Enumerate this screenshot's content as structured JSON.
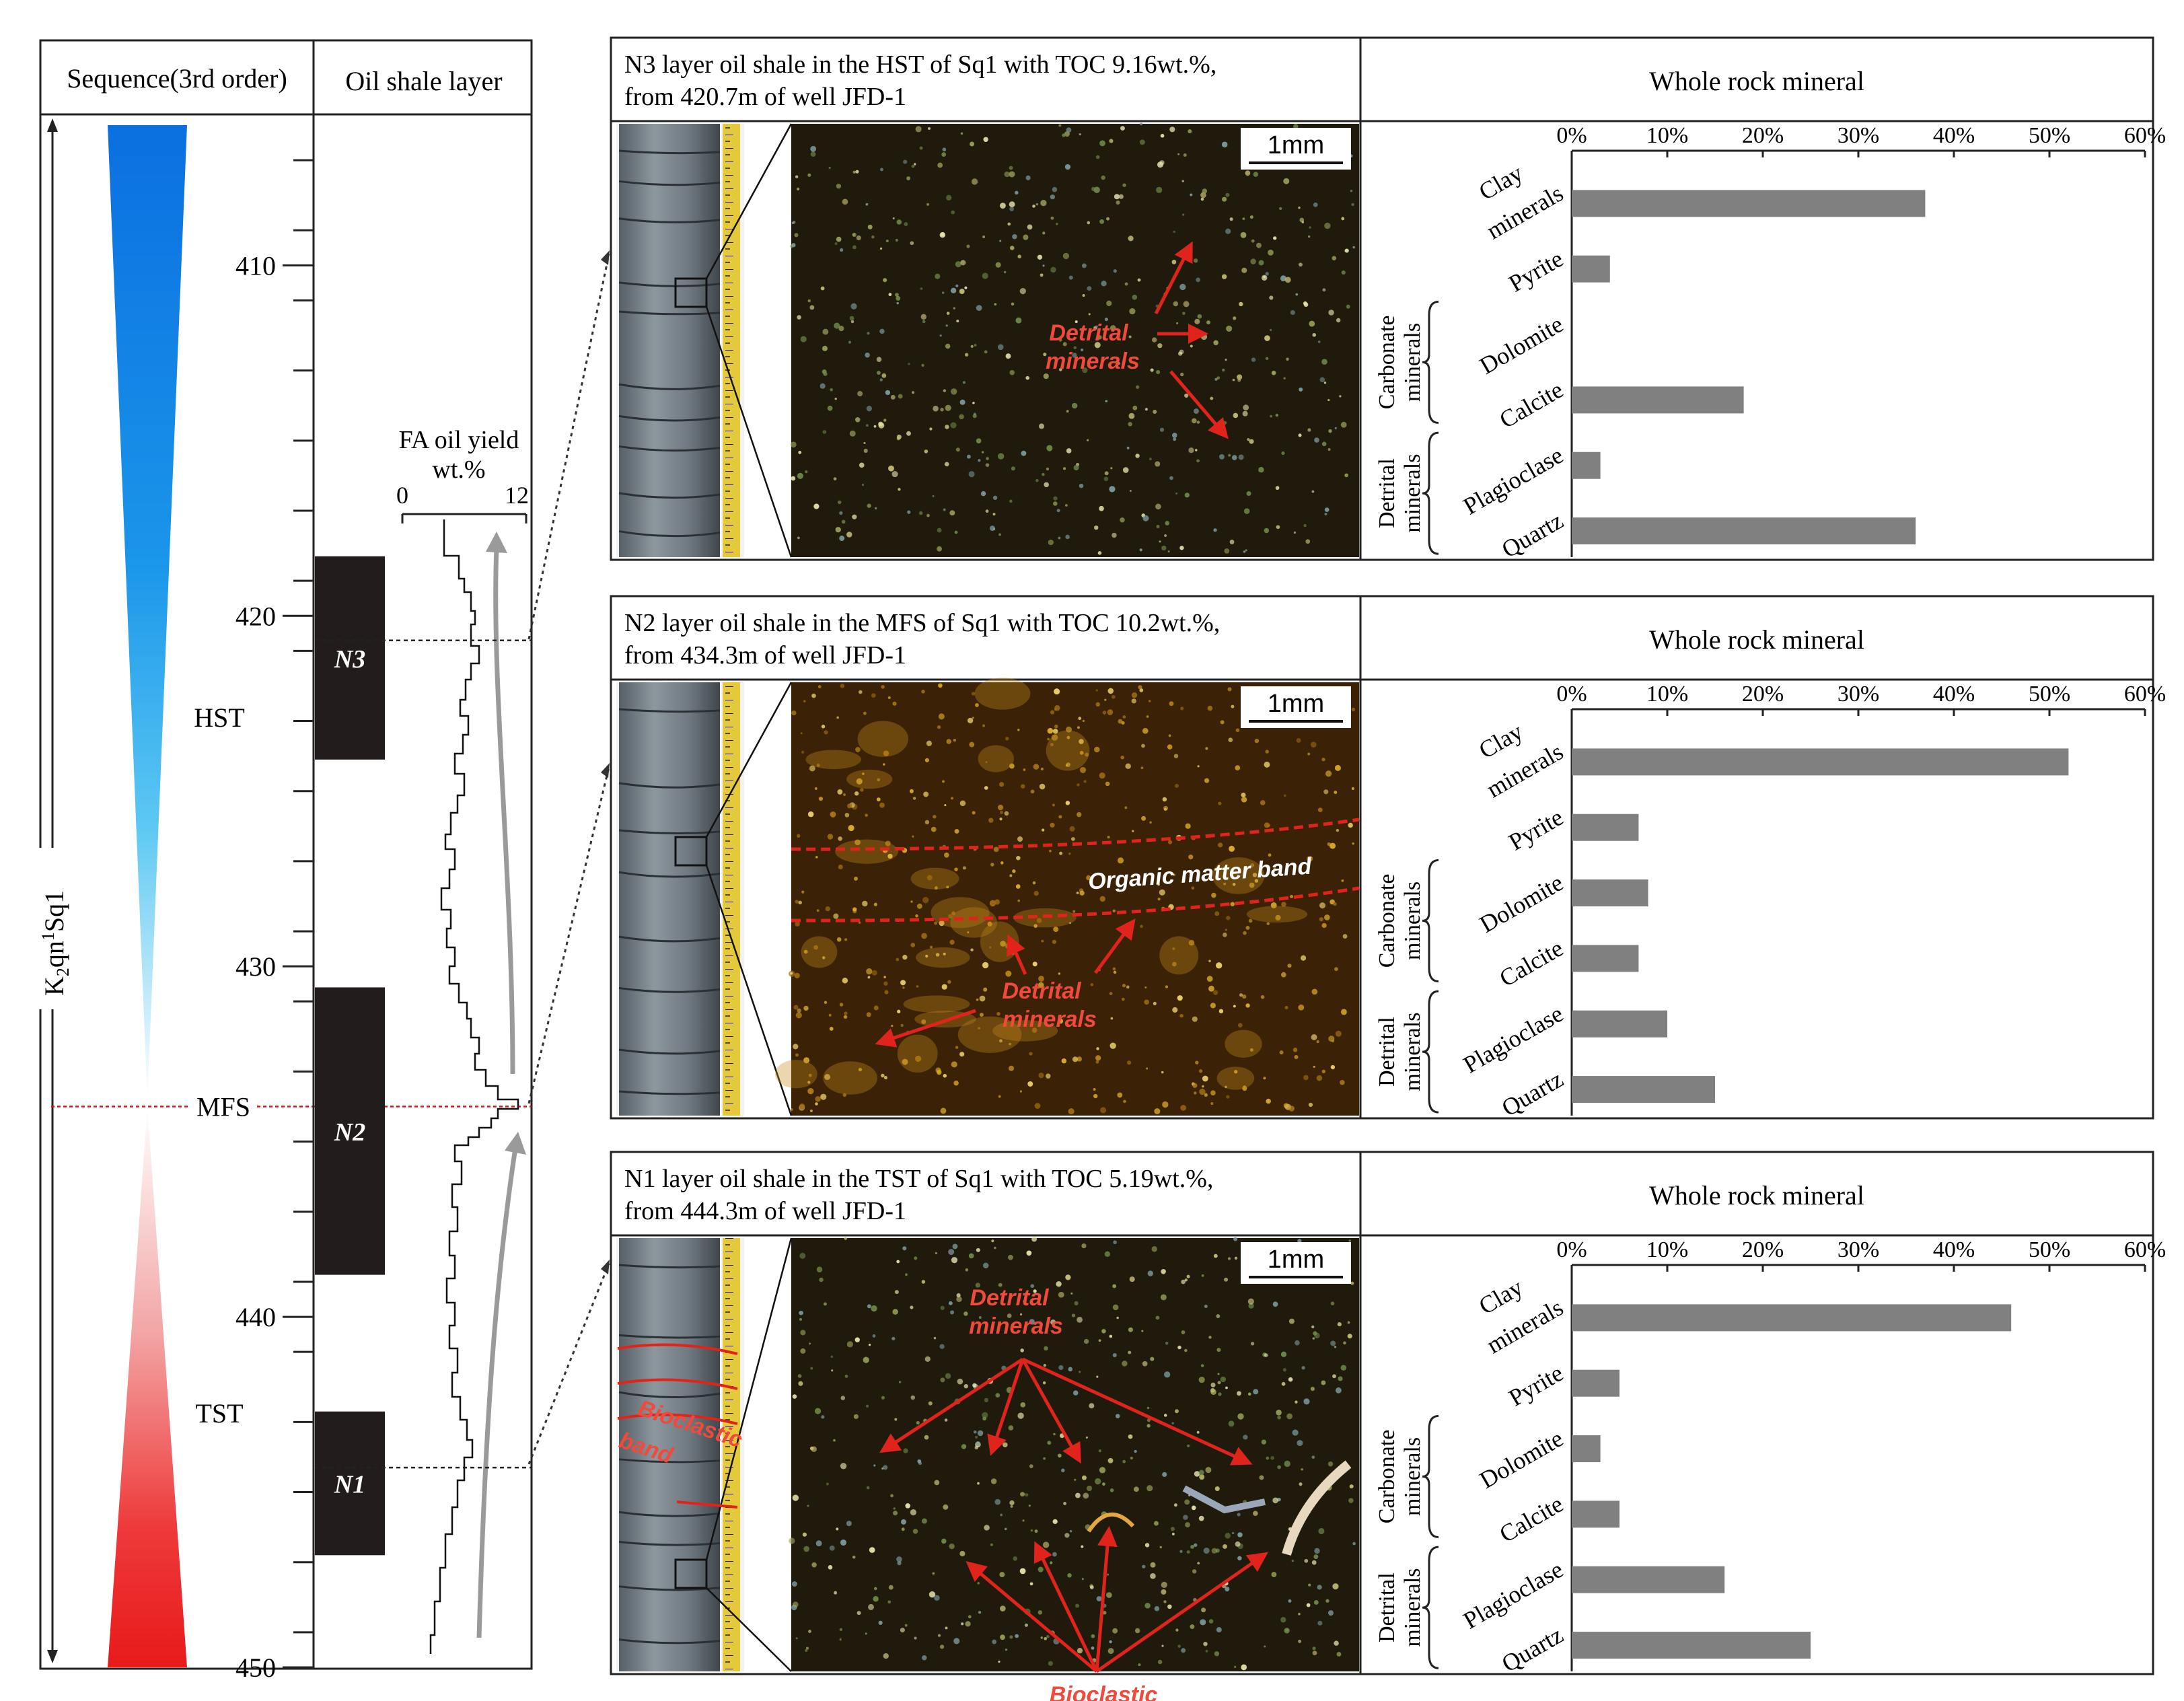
{
  "column": {
    "sequence_header": "Sequence(3rd order)",
    "oilshale_header": "Oil shale layer",
    "formation_label": "K",
    "formation_sub": "2",
    "formation_mid": "qn",
    "formation_sup": "1",
    "formation_tail": "Sq1",
    "depth_ticks": [
      {
        "v": 410,
        "label": "410"
      },
      {
        "v": 420,
        "label": "420"
      },
      {
        "v": 430,
        "label": "430"
      },
      {
        "v": 440,
        "label": "440"
      },
      {
        "v": 450,
        "label": "450"
      }
    ],
    "hst_label": "HST",
    "mfs_label": "MFS",
    "tst_label": "TST",
    "layers": [
      {
        "name": "N3",
        "top": 418.3,
        "bottom": 424.1
      },
      {
        "name": "N2",
        "top": 430.6,
        "bottom": 438.8
      },
      {
        "name": "N1",
        "top": 442.7,
        "bottom": 446.8
      }
    ],
    "yield_title_1": "FA oil yield",
    "yield_title_2": "wt.%",
    "yield_min_label": "0",
    "yield_max_label": "12",
    "sample_depths": [
      420.7,
      434.3,
      444.3
    ],
    "mfs_depth": 434.0,
    "colors": {
      "hst_top": "#0b6fe0",
      "hst_mid": "#5cc6f2",
      "tst_bottom": "#ec1c1c",
      "layer": "#221c1c",
      "arrow": "#9a9a9a",
      "mfs": "#d81414"
    }
  },
  "panels": [
    {
      "id": "n3",
      "title_1": "N3 layer oil shale in the HST of Sq1 with TOC 9.16wt.%,",
      "title_2": "from 420.7m of well JFD-1",
      "scale_bar": "1mm",
      "annot_1": "Detrital",
      "annot_2": "minerals",
      "extra_label": ""
    },
    {
      "id": "n2",
      "title_1": "N2 layer oil shale in the MFS of Sq1 with TOC 10.2wt.%,",
      "title_2": "from 434.3m of well JFD-1",
      "scale_bar": "1mm",
      "annot_1": "Detrital",
      "annot_2": "minerals",
      "extra_label": "Organic matter band"
    },
    {
      "id": "n1",
      "title_1": "N1 layer oil shale in the TST of Sq1 with TOC 5.19wt.%,",
      "title_2": "from 444.3m of well JFD-1",
      "scale_bar": "1mm",
      "annot_1": "Detrital",
      "annot_2": "minerals",
      "extra_label": "Bioclastic",
      "core_label_1": "Bioclastic",
      "core_label_2": "band"
    }
  ],
  "chart_data": [
    {
      "type": "bar",
      "orientation": "horizontal",
      "title": "Whole rock mineral",
      "categories": [
        "Clay minerals",
        "Pyrite",
        "Dolomite",
        "Calcite",
        "Plagioclase",
        "Quartz"
      ],
      "values": [
        37,
        4,
        0,
        18,
        3,
        36
      ],
      "xlim": [
        0,
        60
      ],
      "xticks": [
        0,
        10,
        20,
        30,
        40,
        50,
        60
      ],
      "groups": [
        {
          "name": "Carbonate minerals",
          "members": [
            "Dolomite",
            "Calcite"
          ]
        },
        {
          "name": "Detrital minerals",
          "members": [
            "Plagioclase",
            "Quartz"
          ]
        }
      ]
    },
    {
      "type": "bar",
      "orientation": "horizontal",
      "title": "Whole rock mineral",
      "categories": [
        "Clay minerals",
        "Pyrite",
        "Dolomite",
        "Calcite",
        "Plagioclase",
        "Quartz"
      ],
      "values": [
        52,
        7,
        8,
        7,
        10,
        15
      ],
      "xlim": [
        0,
        60
      ],
      "xticks": [
        0,
        10,
        20,
        30,
        40,
        50,
        60
      ],
      "groups": [
        {
          "name": "Carbonate minerals",
          "members": [
            "Dolomite",
            "Calcite"
          ]
        },
        {
          "name": "Detrital minerals",
          "members": [
            "Plagioclase",
            "Quartz"
          ]
        }
      ]
    },
    {
      "type": "bar",
      "orientation": "horizontal",
      "title": "Whole rock mineral",
      "categories": [
        "Clay minerals",
        "Pyrite",
        "Dolomite",
        "Calcite",
        "Plagioclase",
        "Quartz"
      ],
      "values": [
        46,
        5,
        3,
        5,
        16,
        25
      ],
      "xlim": [
        0,
        60
      ],
      "xticks": [
        0,
        10,
        20,
        30,
        40,
        50,
        60
      ],
      "groups": [
        {
          "name": "Carbonate minerals",
          "members": [
            "Dolomite",
            "Calcite"
          ]
        },
        {
          "name": "Detrital minerals",
          "members": [
            "Plagioclase",
            "Quartz"
          ]
        }
      ]
    }
  ]
}
